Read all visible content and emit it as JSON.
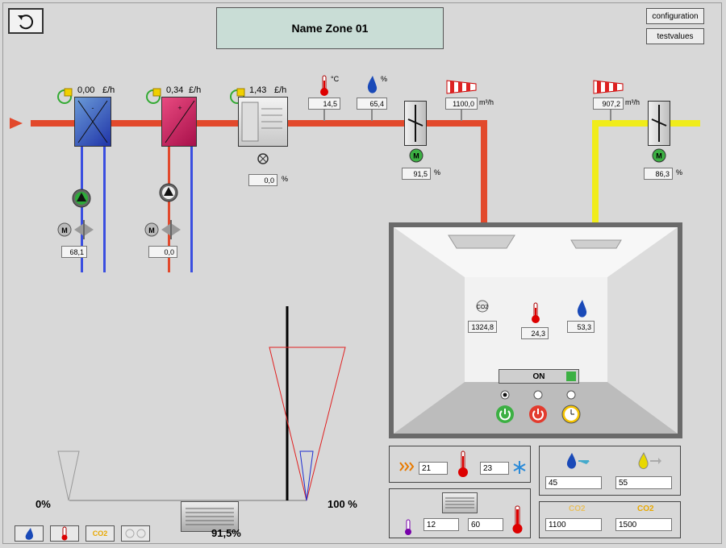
{
  "header": {
    "title": "Name Zone 01",
    "configuration_label": "configuration",
    "testvalues_label": "testvalues"
  },
  "coils": [
    {
      "cost": "0,00",
      "unit": "£/h",
      "valve_value": "68,1"
    },
    {
      "cost": "0,34",
      "unit": "£/h",
      "valve_value": "0,0"
    },
    {
      "cost": "1,43",
      "unit": "£/h",
      "damper_value": "0,0",
      "damper_unit": "%"
    }
  ],
  "supply": {
    "temp_unit": "°C",
    "temp_value": "14,5",
    "humidity_unit": "%",
    "humidity_value": "65,4",
    "flow_value": "1100,0",
    "flow_unit": "m³/h",
    "damper_value": "91,5",
    "damper_unit": "%",
    "motor_label": "M"
  },
  "exhaust": {
    "flow_value": "907,2",
    "flow_unit": "m³/h",
    "damper_value": "86,3",
    "damper_unit": "%",
    "motor_label": "M"
  },
  "room": {
    "co2_label": "CO2",
    "co2_value": "1324,8",
    "temp_value": "24,3",
    "humidity_value": "53,3",
    "status_label": "ON"
  },
  "gauge": {
    "left_label": "0%",
    "right_label": "100 %",
    "value_label": "91,5%"
  },
  "setpoints": {
    "heat_value": "21",
    "cool_value": "23",
    "supply_temp_min": "12",
    "supply_temp_max": "60",
    "humidity_min": "45",
    "humidity_max": "55",
    "co2_label": "CO2",
    "co2_min": "1100",
    "co2_max": "1500"
  },
  "tabs": {
    "co2_label": "CO2"
  },
  "colors": {
    "pipe_red": "#e2492c",
    "pipe_yellow": "#f0ec1a",
    "title_bg": "#c9ddd6"
  }
}
